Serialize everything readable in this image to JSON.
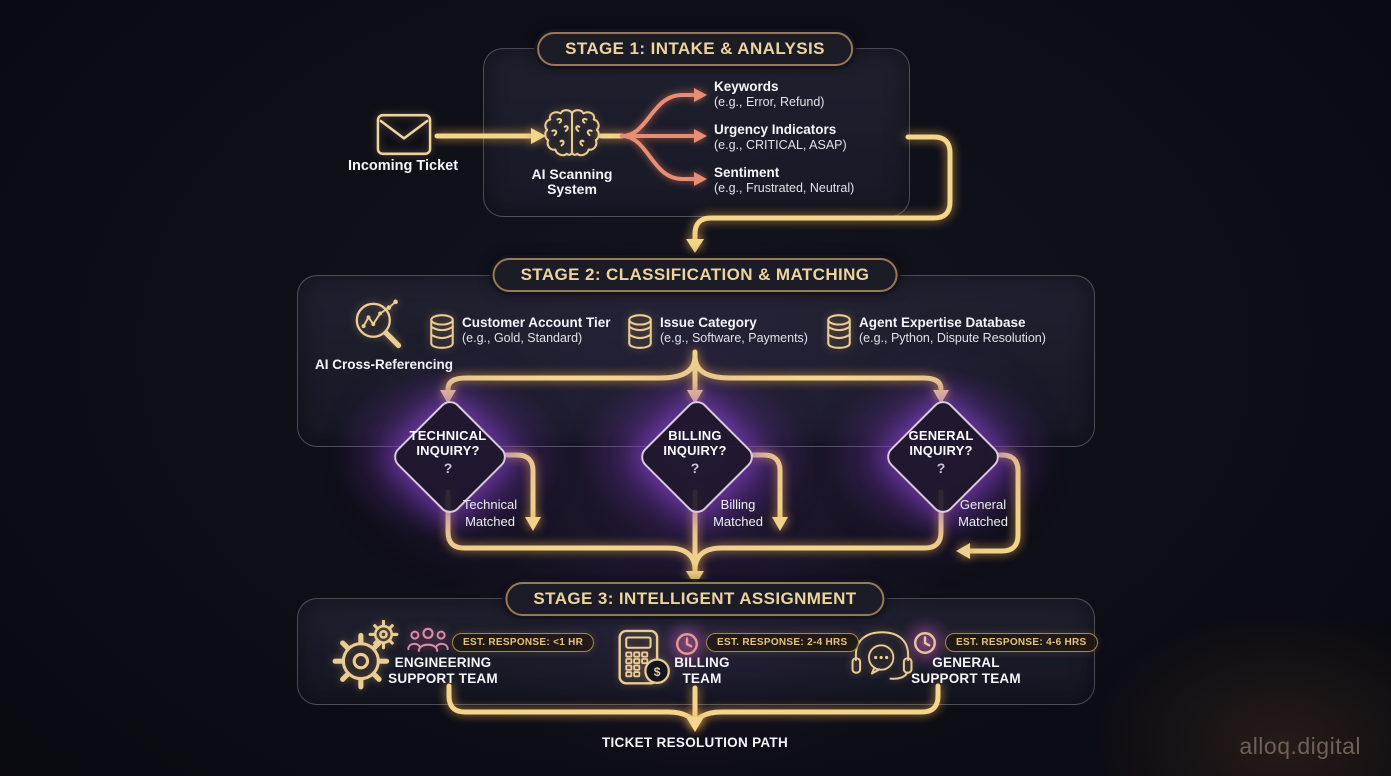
{
  "watermark": "alloq.digital",
  "colors": {
    "gold_path": "#f3d58c",
    "salmon_path": "#e78f74",
    "purple_glow": "#8b4fc9",
    "header_text": "#ecd3a0",
    "badge_text": "#e8c279"
  },
  "stage1": {
    "title": "STAGE 1: INTAKE & ANALYSIS",
    "incoming_ticket_label": "Incoming Ticket",
    "scanner_label_line1": "AI Scanning",
    "scanner_label_line2": "System",
    "outputs": [
      {
        "title": "Keywords",
        "example": "(e.g., Error, Refund)"
      },
      {
        "title": "Urgency Indicators",
        "example": "(e.g., CRITICAL, ASAP)"
      },
      {
        "title": "Sentiment",
        "example": "(e.g., Frustrated, Neutral)"
      }
    ]
  },
  "stage2": {
    "title": "STAGE 2: CLASSIFICATION & MATCHING",
    "cross_ref_label": "AI Cross-Referencing",
    "databases": [
      {
        "title": "Customer Account Tier",
        "example": "(e.g., Gold, Standard)"
      },
      {
        "title": "Issue Category",
        "example": "(e.g., Software, Payments)"
      },
      {
        "title": "Agent Expertise Database",
        "example": "(e.g., Python, Dispute Resolution)"
      }
    ],
    "decisions": [
      {
        "title_line1": "TECHNICAL",
        "title_line2": "INQUIRY?",
        "question_mark": "?",
        "matched_line1": "Technical",
        "matched_line2": "Matched"
      },
      {
        "title_line1": "BILLING",
        "title_line2": "INQUIRY?",
        "question_mark": "?",
        "matched_line1": "Billing",
        "matched_line2": "Matched"
      },
      {
        "title_line1": "GENERAL",
        "title_line2": "INQUIRY?",
        "question_mark": "?",
        "matched_line1": "General",
        "matched_line2": "Matched"
      }
    ]
  },
  "stage3": {
    "title": "STAGE 3: INTELLIGENT ASSIGNMENT",
    "teams": [
      {
        "badge": "EST. RESPONSE: <1 HR",
        "name_line1": "ENGINEERING",
        "name_line2": "SUPPORT TEAM"
      },
      {
        "badge": "EST. RESPONSE: 2-4 HRS",
        "name_line1": "BILLING",
        "name_line2": "TEAM"
      },
      {
        "badge": "EST. RESPONSE: 4-6 HRS",
        "name_line1": "GENERAL",
        "name_line2": "SUPPORT TEAM"
      }
    ],
    "calculator_currency": "$"
  },
  "footer_label": "TICKET RESOLUTION PATH"
}
